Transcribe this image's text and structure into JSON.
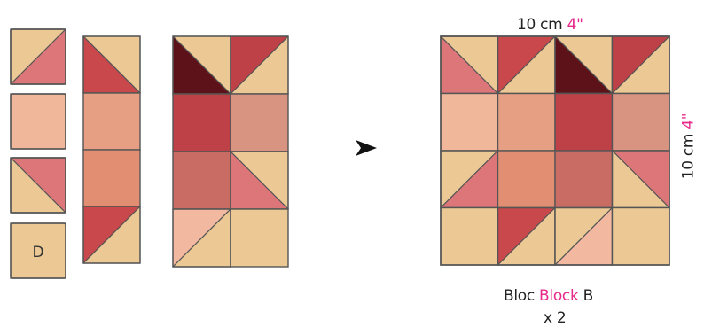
{
  "labels": {
    "size_top_cm": "10 cm",
    "size_top_in": "4\"",
    "size_right_cm": "10 cm",
    "size_right_in": "4\"",
    "block_prefix": "Bloc",
    "block_word": "Block",
    "block_suffix": "B",
    "count": "x 2",
    "unit_d": "D"
  },
  "colors": {
    "tan": "#ecc994",
    "outline": "#555555",
    "salmon_light": "#f0b79a",
    "salmon": "#e79f84",
    "salmon_mid": "#e28e72",
    "pink": "#dd7679",
    "coral": "#d47566",
    "rose": "#c96c63",
    "red": "#bd4146",
    "red_mid": "#c9484b",
    "maroon": "#5c1218",
    "dusty": "#d99381",
    "peach": "#f2b9a0",
    "accent_text": "#e8288a"
  },
  "icons": {
    "arrow": "arrow-right-icon"
  }
}
